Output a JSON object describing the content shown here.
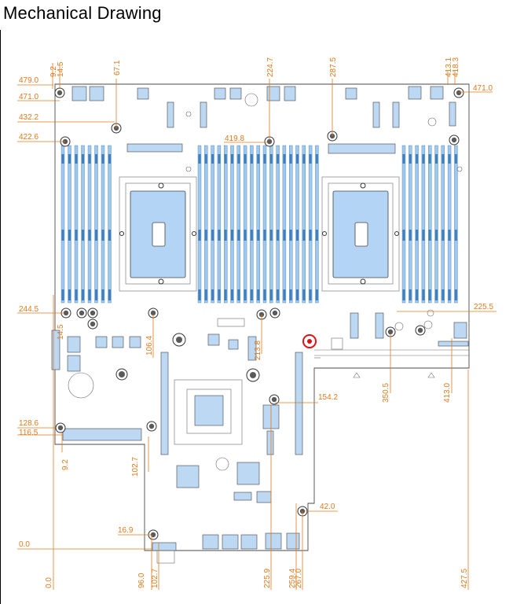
{
  "title": "Mechanical Drawing",
  "colors": {
    "dimension": "#e07b1f",
    "board_outline": "#4a4a4a",
    "component_blue": "#9ec8ee",
    "marker_red": "#e01010"
  },
  "dimensions": {
    "top_x": [
      "9.2",
      "14.5",
      "67.1",
      "224.7",
      "287.5",
      "413.1",
      "418.3"
    ],
    "bottom_x": [
      "0.0",
      "96.0",
      "102.7",
      "225.9",
      "259.4",
      "267.0",
      "427.5"
    ],
    "left_y": [
      "479.0",
      "471.0",
      "432.2",
      "422.6",
      "244.5",
      "128.6",
      "116.5",
      "0.0"
    ],
    "interior": [
      "419.8",
      "14.5",
      "106.4",
      "213.8",
      "154.2",
      "350.5",
      "413.0",
      "225.5",
      "471.0",
      "9.2",
      "102.7",
      "42.0",
      "16.9"
    ]
  }
}
